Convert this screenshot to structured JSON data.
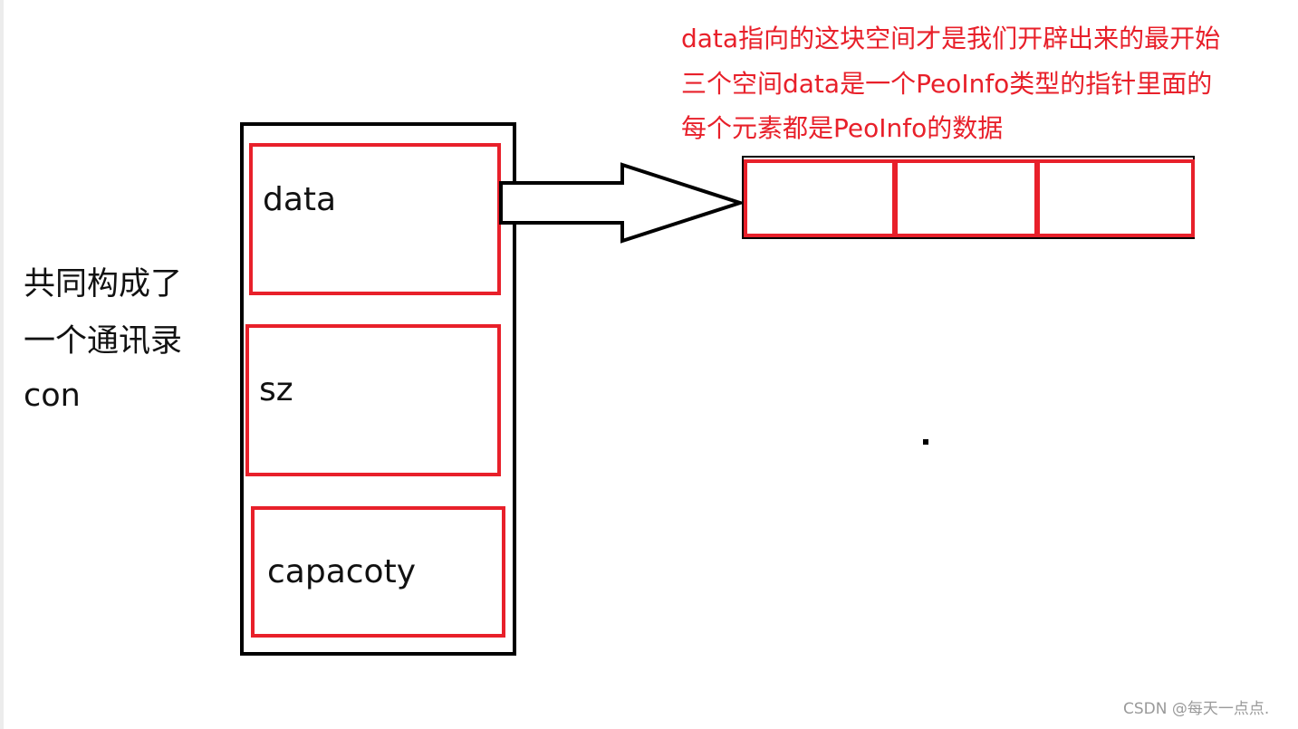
{
  "left_labels": [
    "共同构成了",
    "一个通讯录",
    "con"
  ],
  "struct_fields": [
    {
      "name": "data"
    },
    {
      "name": "sz"
    },
    {
      "name": "capacoty"
    }
  ],
  "notes": [
    "data指向的这块空间才是我们开辟出来的最开始",
    "三个空间data是一个PeoInfo类型的指针里面的",
    "每个元素都是PeoInfo的数据"
  ],
  "array_cells": 3,
  "watermark": "CSDN @每天一点点.",
  "colors": {
    "note_text": "#e8202a",
    "field_border": "#e8202a",
    "struct_border": "#000000",
    "watermark": "#9a9a9a"
  }
}
